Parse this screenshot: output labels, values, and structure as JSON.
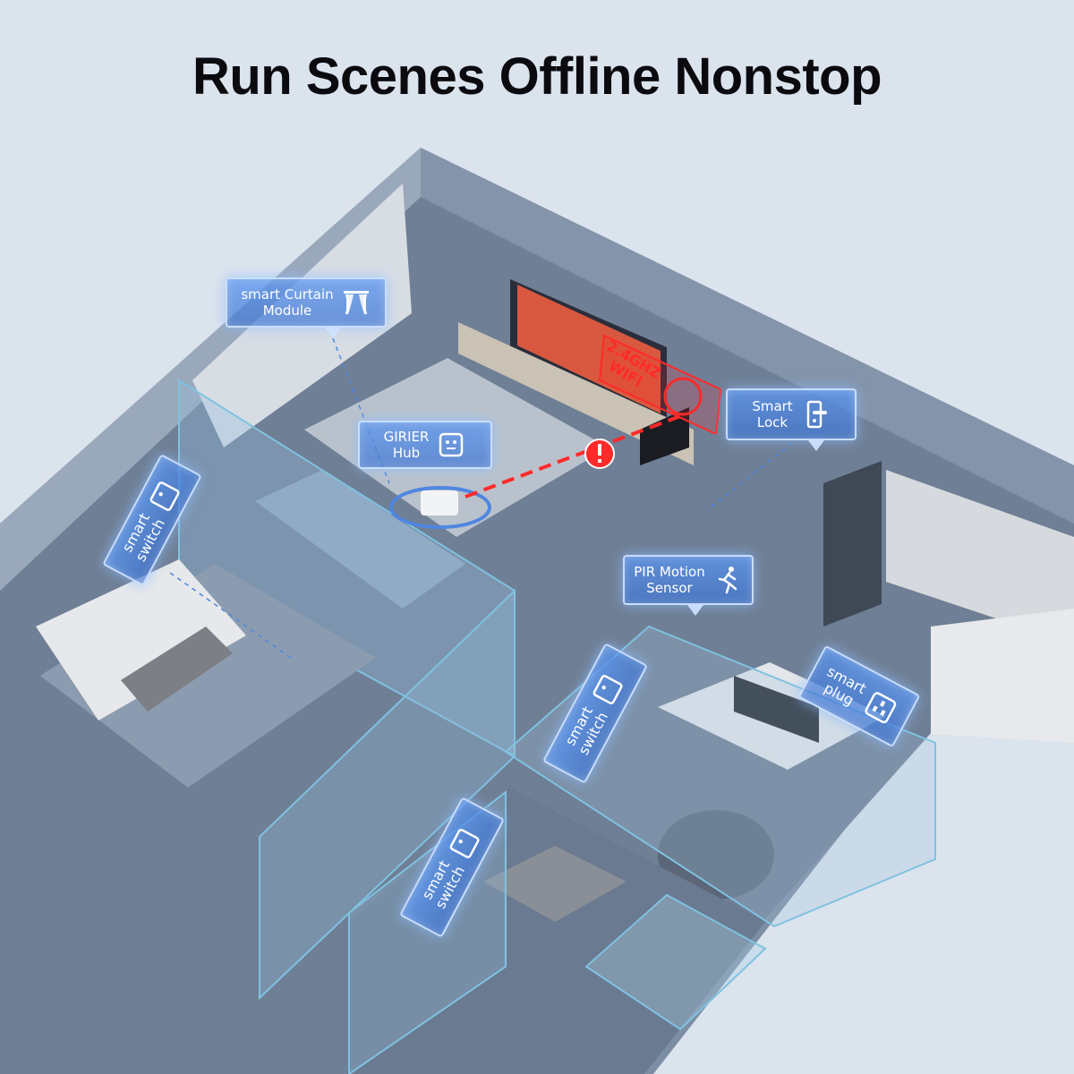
{
  "headline": "Run Scenes Offline Nonstop",
  "callouts": {
    "curtain": {
      "line1": "smart Curtain",
      "line2": "Module",
      "icon": "curtain-icon"
    },
    "hub": {
      "line1": "GIRIER",
      "line2": "Hub",
      "icon": "hub-icon"
    },
    "lock": {
      "line1": "Smart",
      "line2": "Lock",
      "icon": "lock-icon"
    },
    "pir": {
      "line1": "PIR Motion",
      "line2": "Sensor",
      "icon": "person-running-icon"
    },
    "plug": {
      "line1": "smart",
      "line2": "plug",
      "icon": "socket-icon"
    },
    "switch_bedroom": {
      "line1": "smart",
      "line2": "switch",
      "icon": "switch-icon"
    },
    "switch_office": {
      "line1": "smart",
      "line2": "switch",
      "icon": "switch-icon"
    },
    "switch_bath": {
      "line1": "smart",
      "line2": "switch",
      "icon": "switch-icon"
    }
  },
  "wifi": {
    "line1": "2.4GHZ",
    "line2": "WIFI"
  },
  "colors": {
    "background": "#dbe3ed",
    "callout_blue": "#4f86e0",
    "alert_red": "#ff2a2a"
  }
}
